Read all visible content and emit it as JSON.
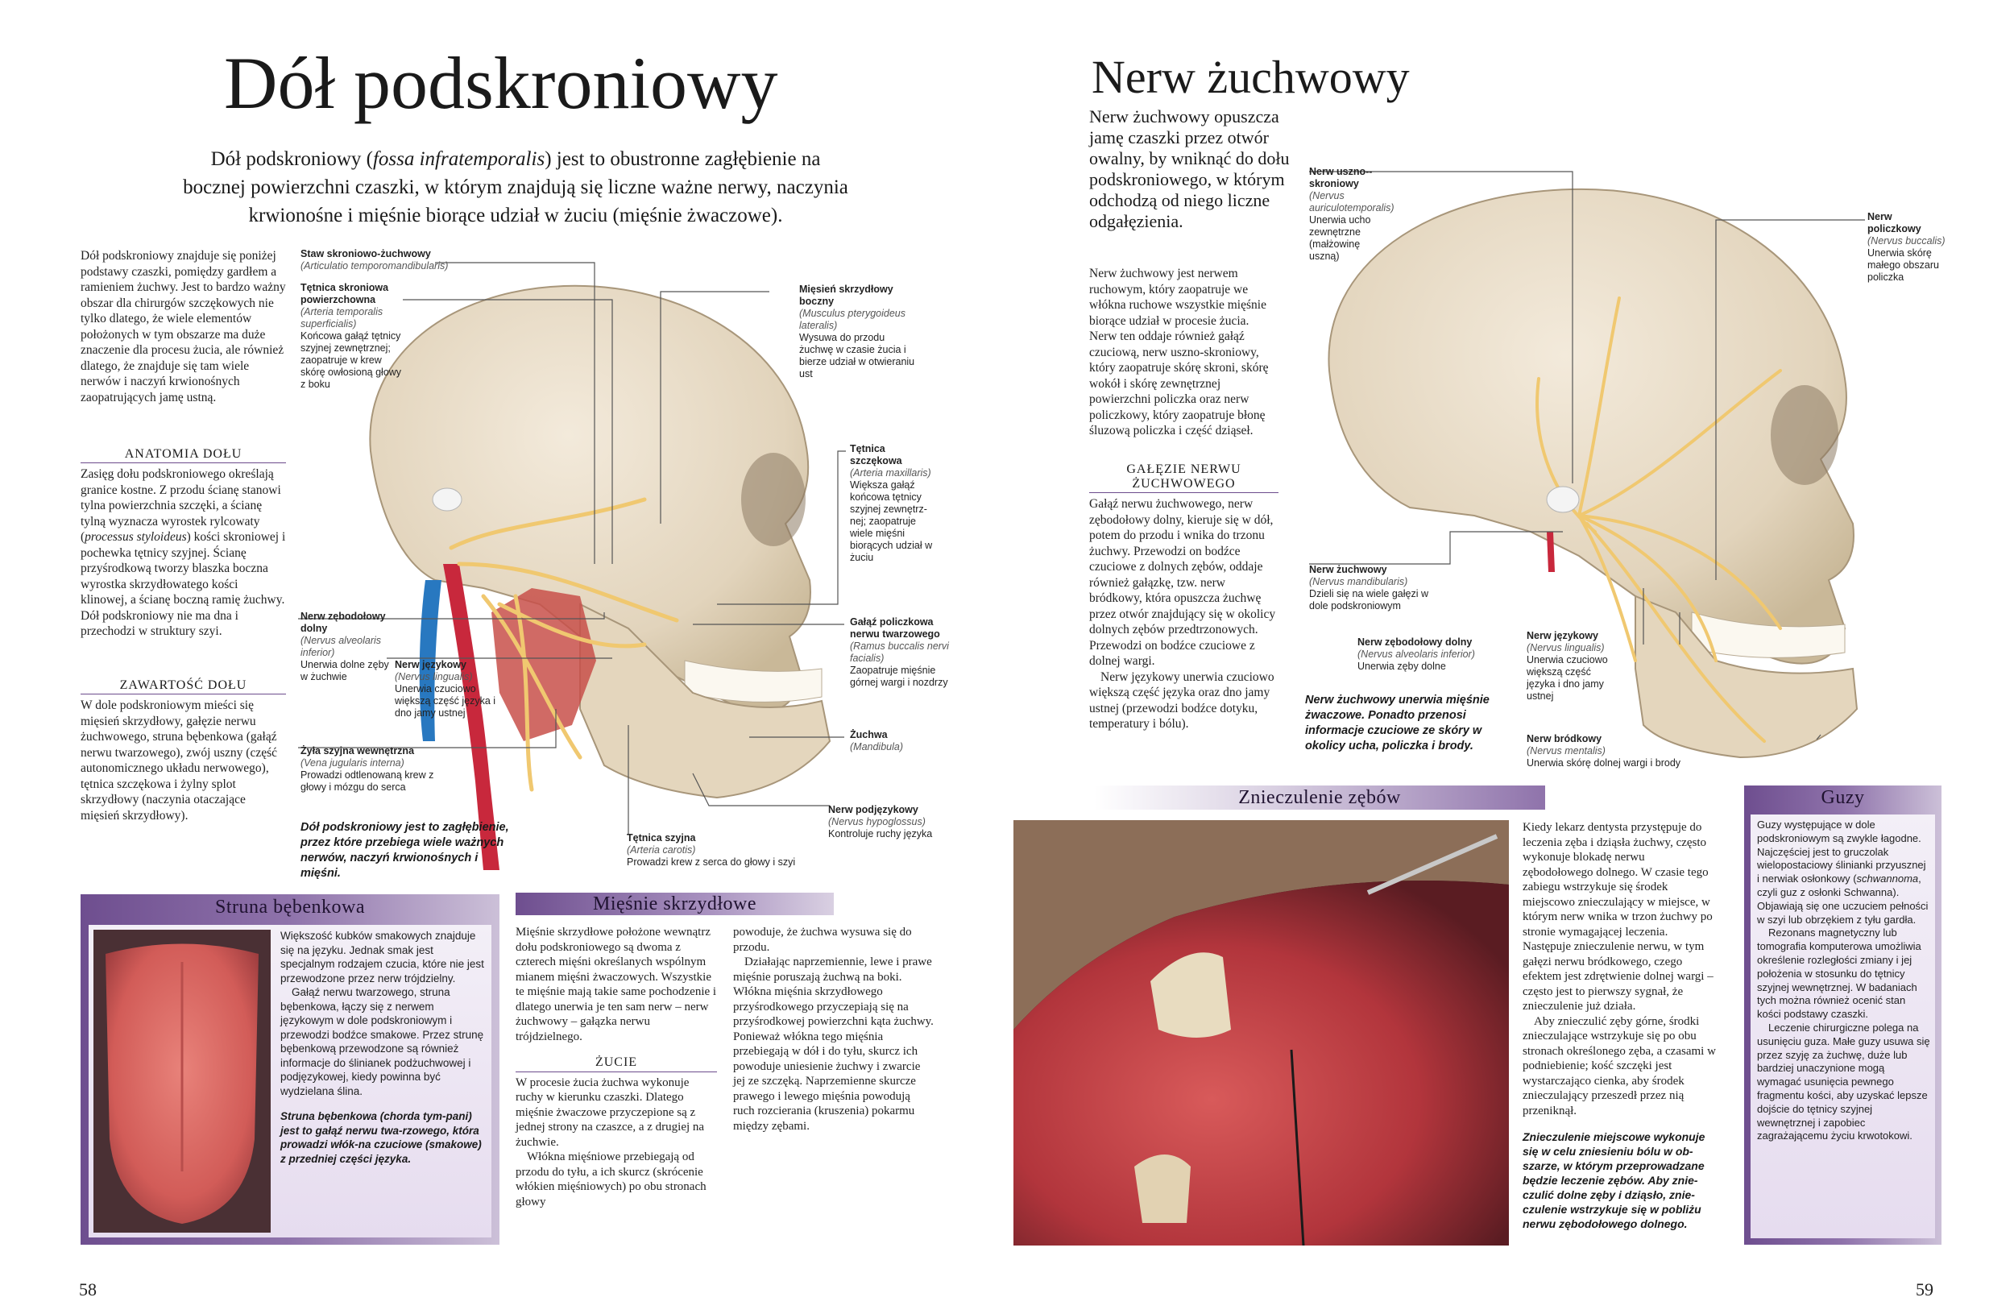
{
  "left": {
    "title": "Dół podskroniowy",
    "lead": [
      "Dół podskroniowy (",
      "fossa infratemporalis",
      ") jest to obustronne zagłębienie na bocznej powierzchni czaszki, w którym znajdują się liczne ważne nerwy, naczynia krwionośne i mięśnie biorące udział w żuciu (mięśnie żwaczowe)."
    ],
    "intro": "Dół podskroniowy znajduje się poniżej podstawy czaszki, pomiędzy gardłem a ramieniem żuchwy. Jest to bardzo ważny obszar dla chirurgów szczękowych nie tylko dlatego, że wiele elementów położonych w tym obszarze ma duże znaczenie dla procesu żucia, ale również dlatego, że znajduje się tam wiele nerwów i naczyń krwionośnych zaopatrujących jamę ustną.",
    "anatomy": {
      "heading": "ANATOMIA DOŁU",
      "text": [
        "Zasięg dołu podskroniowego określają granice kostne. Z przodu ścianę stanowi tylna powierzchnia szczęki, a ścianę tylną wyznacza wyrostek rylcowaty (",
        "processus styloideus",
        ") kości skroniowej i pochewka tętnicy szyjnej. Ścianę przyśrodkową tworzy blaszka boczna wyrostka skrzydłowatego kości klinowej, a ścianę boczną ramię żuchwy. Dół podskroniowy nie ma dna i przechodzi w struktury szyi."
      ]
    },
    "contents": {
      "heading": "ZAWARTOŚĆ DOŁU",
      "text": "W dole podskroniowym mieści się mięsień skrzydłowy, gałęzie nerwu żuchwowego, struna bębenkowa (gałąź nerwu twarzowego), zwój uszny (część autonomicznego układu nerwowego), tętnica szczękowa i żylny splot skrzydłowy (naczynia otaczające mięsień skrzydłowy)."
    },
    "labels": {
      "joint": {
        "name": "Staw skroniowo-żuchwowy",
        "latin": "(Articulatio temporomandibularis)"
      },
      "artery_temporal": {
        "name": "Tętnica skroniowa powierzchowna",
        "latin": "(Arteria temporalis superficialis)",
        "desc": "Końcowa gałąź tętnicy szyjnej zewnętrznej; zaopatruje w krew skórę owłosioną głowy z boku"
      },
      "pterygoid": {
        "name": "Mięsień skrzydłowy boczny",
        "latin": "(Musculus pterygoideus lateralis)",
        "desc": "Wysuwa do przodu żuchwę w czasie żucia i bierze udział w otwieraniu ust"
      },
      "maxillary": {
        "name": "Tętnica szczękowa",
        "latin": "(Arteria maxillaris)",
        "desc": "Większa gałąź końcowa tętnicy szyjnej zewnętrz-nej; zaopatruje wiele mięśni biorących udział w żuciu"
      },
      "buccal_branch": {
        "name": "Gałąź policzkowa nerwu twarzowego",
        "latin": "(Ramus buccalis nervi facialis)",
        "desc": "Zaopatruje mięśnie górnej wargi i nozdrzy"
      },
      "mandible": {
        "name": "Żuchwa",
        "latin": "(Mandibula)"
      },
      "alveolar": {
        "name": "Nerw zębodołowy dolny",
        "latin": "(Nervus alveolaris inferior)",
        "desc": "Unerwia dolne zęby w żuchwie"
      },
      "lingual": {
        "name": "Nerw językowy",
        "latin": "(Nervus lingualis)",
        "desc": "Unerwia czuciowo większą część języka i dno jamy ustnej"
      },
      "jugular": {
        "name": "Żyła szyjna wewnętrzna",
        "latin": "(Vena jugularis interna)",
        "desc": "Prowadzi odtlenowaną krew z głowy i mózgu do serca"
      },
      "hypoglossal": {
        "name": "Nerw podjęzykowy",
        "latin": "(Nervus hypoglossus)",
        "desc": "Kontroluje ruchy języka"
      },
      "carotid": {
        "name": "Tętnica szyjna",
        "latin": "(Arteria carotis)",
        "desc": "Prowadzi krew z serca do głowy i szyi"
      }
    },
    "caption": "Dół podskroniowy jest to zagłębienie, przez które przebiega wiele ważnych nerwów, naczyń krwionośnych i mięśni.",
    "chorda": {
      "heading": "Struna bębenkowa",
      "text": [
        "Większość kubków smakowych znajduje się na języku. Jednak smak jest specjalnym rodzajem czucia, które nie jest przewodzone przez nerw trójdzielny.",
        "Gałąź nerwu twarzowego, struna bębenkowa, łączy się z nerwem językowym w dole podskroniowym i przewodzi bodźce smakowe. Przez strunę bębenkową przewodzone są również informacje do ślinianek podżuchwowej i podjęzykowej, kiedy powinna być wydzielana ślina."
      ],
      "caption": "Struna bębenkowa (chorda tym-pani) jest to gałąź nerwu twa-rzowego, która prowadzi włók-na czuciowe (smakowe) z przedniej części języka."
    },
    "pterygoid_box": {
      "heading": "Mięśnie skrzydłowe",
      "col1": "Mięśnie skrzydłowe położone wewnątrz dołu podskroniowego są dwoma z czterech mięśni określanych wspólnym mianem mięśni żwaczowych. Wszystkie te mięśnie mają takie same pochodzenie i dlatego unerwia je ten sam nerw – nerw żuchwowy – gałązka nerwu trójdzielnego.",
      "chewing_heading": "ŻUCIE",
      "chewing": [
        "W procesie żucia żuchwa wykonuje ruchy w kierunku czaszki. Dlatego mięśnie żwaczowe przyczepione są z jednej strony na czaszce, a z drugiej na żuchwie.",
        "Włókna mięśniowe przebiegają od przodu do tyłu, a ich skurcz (skrócenie włókien mięśniowych) po obu stronach głowy"
      ],
      "col2": [
        "powoduje, że żuchwa wysuwa się do przodu.",
        "Działając naprzemiennie, lewe i prawe mięśnie poruszają żuchwą na boki. Włókna mięśnia skrzydłowego przyśrodkowego przyczepiają się na przyśrodkowej powierzchni kąta żuchwy. Ponieważ włókna tego mięśnia przebiegają w dół i do tyłu, skurcz ich powoduje uniesienie żuchwy i zwarcie jej ze szczęką. Naprzemienne skurcze prawego i lewego mięśnia powodują ruch rozcierania (kruszenia) pokarmu między zębami."
      ]
    },
    "page_number": "58"
  },
  "right": {
    "title": "Nerw żuchwowy",
    "lead": "Nerw żuchwowy opuszcza jamę czaszki przez otwór owalny, by wniknąć do dołu podskroniowego, w którym odchodzą od niego liczne odgałęzienia.",
    "body": "Nerw żuchwowy jest nerwem ruchowym, który zaopatruje we włókna ruchowe wszystkie mięśnie biorące udział w procesie żucia. Nerw ten oddaje również gałąź czuciową, nerw uszno-skroniowy, który zaopatruje skórę skroni, skórę wokół i skórę zewnętrznej powierzchni policzka oraz nerw policzkowy, który zaopatruje błonę śluzową policzka i część dziąseł.",
    "branches": {
      "heading": "GAŁĘZIE NERWU ŻUCHWOWEGO",
      "text": [
        "Gałąź nerwu żuchwowego, nerw zębodołowy dolny, kieruje się w dół, potem do przodu i wnika do trzonu żuchwy. Przewodzi on bodźce czuciowe z dolnych zębów, oddaje również gałązkę, tzw. nerw bródkowy, która opuszcza żuchwę przez otwór znajdujący się w okolicy dolnych zębów przedtrzonowych. Przewodzi on bodźce czuciowe z dolnej wargi.",
        "Nerw językowy unerwia czuciowo większą część języka oraz dno jamy ustnej (przewodzi bodźce dotyku, temperatury i bólu)."
      ]
    },
    "caption": "Nerw żuchwowy unerwia mięśnie żwaczowe. Ponadto przenosi informacje czuciowe ze skóry w okolicy ucha, policzka i brody.",
    "labels": {
      "auriculo": {
        "name": "Nerw uszno--skroniowy",
        "latin": "(Nervus auriculotemporalis)",
        "desc": "Unerwia ucho zewnętrzne (małżowinę uszną)"
      },
      "buccal": {
        "name": "Nerw policzkowy",
        "latin": "(Nervus buccalis)",
        "desc": "Unerwia skórę małego obszaru policzka"
      },
      "mandibular": {
        "name": "Nerw żuchwowy",
        "latin": "(Nervus mandibularis)",
        "desc": "Dzieli się na wiele gałęzi w dole podskroniowym"
      },
      "alveolar": {
        "name": "Nerw zębodołowy dolny",
        "latin": "(Nervus alveolaris inferior)",
        "desc": "Unerwia zęby dolne"
      },
      "lingual": {
        "name": "Nerw językowy",
        "latin": "(Nervus lingualis)",
        "desc": "Unerwia czuciowo większą część języka i dno jamy ustnej"
      },
      "mental": {
        "name": "Nerw bródkowy",
        "latin": "(Nervus mentalis)",
        "desc": "Unerwia skórę dolnej wargi i brody"
      }
    },
    "anesthesia": {
      "heading": "Znieczulenie zębów",
      "text": [
        "Kiedy lekarz dentysta przystępuje do leczenia zęba i dziąsła żuchwy, często wykonuje blokadę nerwu zębodołowego dolnego. W czasie tego zabiegu wstrzykuje się środek miejscowo znieczulający w miejsce, w którym nerw wnika w trzon żuchwy po stronie wymagającej leczenia. Następuje znieczulenie nerwu, w tym gałęzi nerwu bródkowego, czego efektem jest zdrętwienie dolnej wargi – często jest to pierwszy sygnał, że znieczulenie już działa.",
        "Aby znieczulić zęby górne, środki znieczulające wstrzykuje się po obu stronach określonego zęba, a czasami w podniebienie; kość szczęki jest wystarczająco cienka, aby środek znieczulający przeszedł przez nią przeniknął."
      ],
      "caption": "Znieczulenie miejscowe wykonuje się w celu zniesieniu bólu w ob-szarze, w którym przeprowadzane będzie leczenie zębów. Aby znie-czulić dolne zęby i dziąsło, znie-czulenie wstrzykuje się w pobliżu nerwu zębodołowego dolnego."
    },
    "tumors": {
      "heading": "Guzy",
      "text": [
        "Guzy występujące w dole podskroniowym są zwykle łagodne. Najczęściej jest to gruczolak wielopostaciowy ślinianki przyusznej i nerwiak osłonkowy (",
        "schwannoma",
        ", czyli guz z osłonki Schwanna). Objawiają się one uczuciem pełności w szyi lub obrzękiem z tyłu gardła.",
        "Rezonans magnetyczny lub tomografia komputerowa umożliwia określenie rozległości zmiany i jej położenia w stosunku do tętnicy szyjnej wewnętrznej. W badaniach tych można również ocenić stan kości podstawy czaszki.",
        "Leczenie chirurgiczne polega na usunięciu guza. Małe guzy usuwa się przez szyję za żuchwę, duże lub bardziej unaczynione mogą wymagać usunięcia pewnego fragmentu kości, aby uzyskać lepsze dojście do tętnicy szyjnej wewnętrznej i zapobiec zagrażającemu życiu krwotokowi."
      ]
    },
    "page_number": "59"
  },
  "colors": {
    "accent": "#6e4e8f",
    "bone": "#e8dcc8",
    "nerve": "#f0c870",
    "artery": "#c8283c",
    "vein": "#2878c0"
  }
}
